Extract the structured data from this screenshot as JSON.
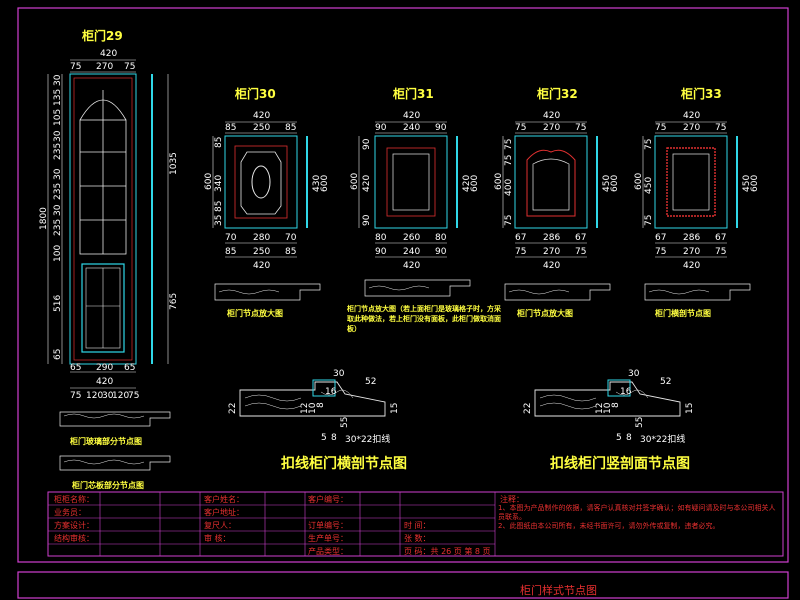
{
  "colors": {
    "background": "#000000",
    "title": "#ffff40",
    "dimension": "#ffffff",
    "frame": "#d040d0",
    "table_text": "#e83030",
    "profile": "#30d8e8"
  },
  "door29": {
    "title": "柜门29",
    "top_total": "420",
    "top_parts": [
      "75",
      "270",
      "75"
    ],
    "left_dims": [
      "30",
      "135",
      "105",
      "30",
      "235",
      "30",
      "235",
      "30",
      "235",
      "100",
      "516",
      "65"
    ],
    "left_total": "1800",
    "right_dims": [
      "1035",
      "765"
    ],
    "bottom_parts": [
      "65",
      "290",
      "65"
    ],
    "bottom_total": "420",
    "bottom_small": [
      "75",
      "120",
      "30",
      "120",
      "75"
    ]
  },
  "door29_details": [
    {
      "caption": "柜门玻璃部分节点图"
    },
    {
      "caption": "柜门芯板部分节点图"
    }
  ],
  "doors": [
    {
      "title": "柜门30",
      "top_total": "420",
      "top_parts": [
        "85",
        "250",
        "85"
      ],
      "mid_parts": [
        "70",
        "280",
        "70"
      ],
      "bottom_parts": [
        "85",
        "250",
        "85"
      ],
      "left_dims": [
        "85",
        "340",
        "85",
        "35"
      ],
      "left_total": "600",
      "right_dims": [
        "430",
        "600"
      ],
      "caption": "柜门节点放大图"
    },
    {
      "title": "柜门31",
      "top_total": "420",
      "top_parts": [
        "90",
        "240",
        "90"
      ],
      "mid_parts": [
        "80",
        "260",
        "80"
      ],
      "bottom_parts": [
        "90",
        "240",
        "90"
      ],
      "left_dims": [
        "90",
        "420",
        "90"
      ],
      "left_total": "600",
      "right_dims": [
        "420",
        "600"
      ],
      "caption": "柜门节点放大图（若上面柜门是玻璃格子时，方采取此种做法，若上柜门没有面板，此柜门做取消面板）"
    },
    {
      "title": "柜门32",
      "top_total": "420",
      "top_parts": [
        "75",
        "270",
        "75"
      ],
      "mid_parts": [
        "67",
        "286",
        "67"
      ],
      "bottom_parts": [
        "75",
        "270",
        "75"
      ],
      "left_dims": [
        "75",
        "75",
        "400",
        "75"
      ],
      "left_total": "600",
      "right_dims": [
        "450",
        "600"
      ],
      "caption": "柜门节点放大图"
    },
    {
      "title": "柜门33",
      "top_total": "420",
      "top_parts": [
        "75",
        "270",
        "75"
      ],
      "mid_parts": [
        "67",
        "286",
        "67"
      ],
      "bottom_parts": [
        "75",
        "270",
        "75"
      ],
      "left_dims": [
        "75",
        "450",
        "75"
      ],
      "left_total": "600",
      "right_dims": [
        "450",
        "600"
      ],
      "caption": "柜门横剖节点图"
    }
  ],
  "sections": [
    {
      "title": "扣线柜门横剖节点图",
      "dims_top": [
        "30",
        "52",
        "16"
      ],
      "dims_left": [
        "22"
      ],
      "dims_side": [
        "12",
        "10",
        "8",
        "55"
      ],
      "dims_right": [
        "15"
      ],
      "dims_bottom": [
        "5",
        "8"
      ],
      "callout": "30*22扣线"
    },
    {
      "title": "扣线柜门竖剖面节点图",
      "dims_top": [
        "30",
        "52",
        "16"
      ],
      "dims_left": [
        "22"
      ],
      "dims_side": [
        "12",
        "10",
        "8",
        "55"
      ],
      "dims_right": [
        "15"
      ],
      "dims_bottom": [
        "5",
        "8"
      ],
      "callout": "30*22扣线"
    }
  ],
  "title_block": {
    "rows": [
      [
        "柜柜名称：",
        "",
        "客户姓名：",
        "",
        "客户编号：",
        "",
        ""
      ],
      [
        "业务员：",
        "",
        "客户地址：",
        "",
        "",
        "",
        ""
      ],
      [
        "方案设计：",
        "",
        "复尺人：",
        "",
        "订单编号：",
        "",
        "时 间："
      ],
      [
        "结构审核：",
        "",
        "审 核：",
        "",
        "生产单号：",
        "",
        "张 数："
      ],
      [
        "",
        "",
        "",
        "",
        "产品类型：",
        "",
        "页 码：共 26 页 第 8 页"
      ]
    ],
    "notes_label": "注释：",
    "notes": [
      "1、本图为产品制作的依据，请客户认真核对并签字确认；如有疑问请及时与本公司相关人员联系。",
      "2、此图纸由本公司所有，未经书面许可，请勿外传或复制，违者必究。"
    ]
  },
  "bottom_strip_text": "柜门样式节点图"
}
